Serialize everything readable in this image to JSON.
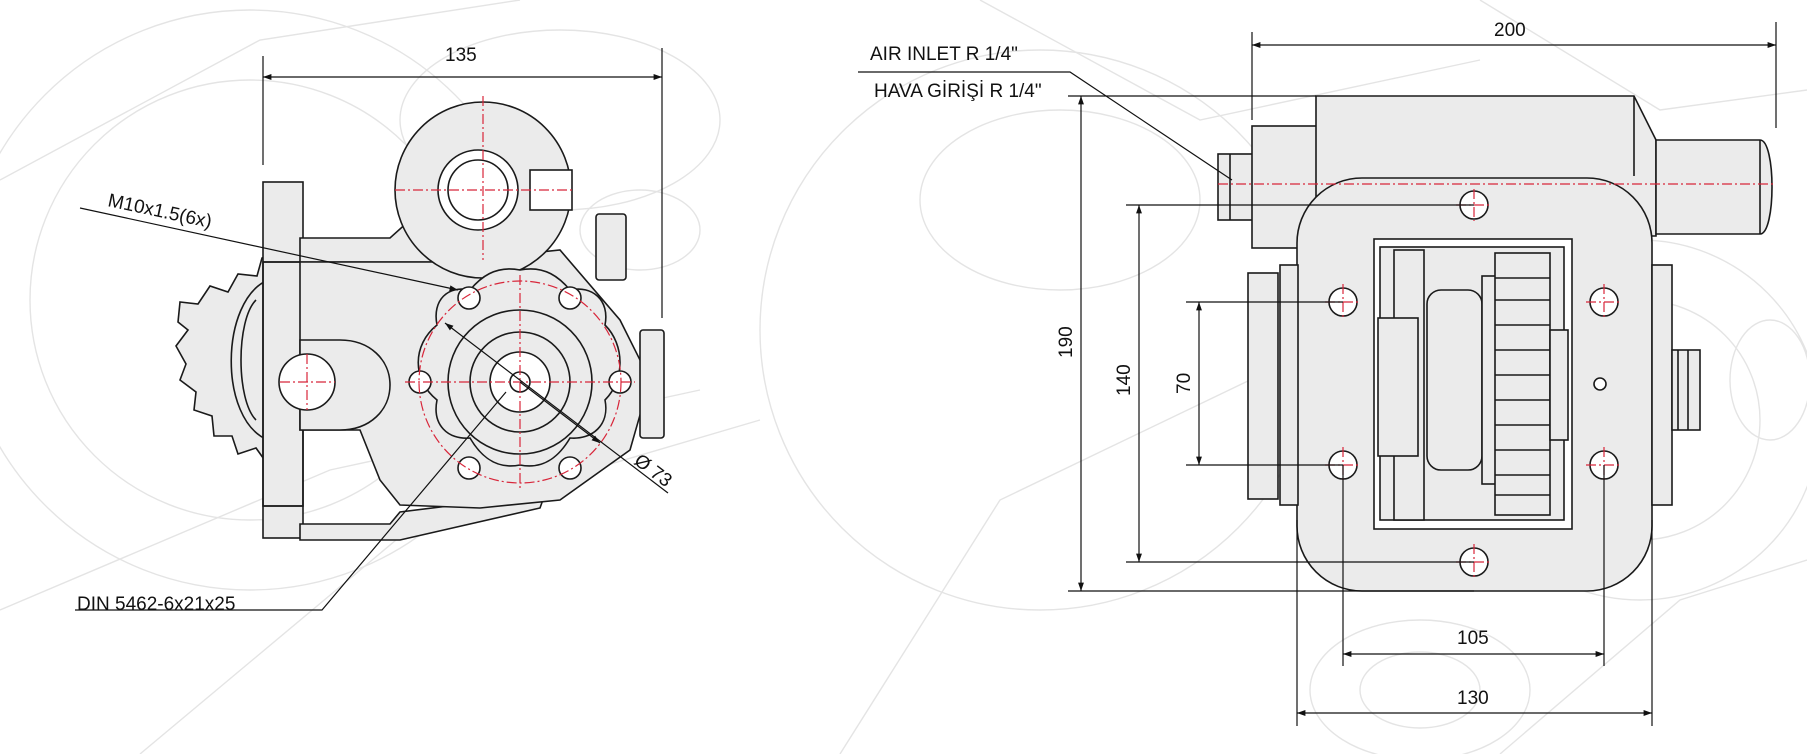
{
  "colors": {
    "line": "#1a1a1a",
    "centerline": "#d8263a",
    "body_fill": "#ebebeb",
    "background_ghost": "#e4e4e4"
  },
  "side_view": {
    "dim_width": "135",
    "thread_note": "M10x1.5(6x)",
    "spline_note": "DIN 5462-6x21x25",
    "bolt_circle": "Ø 73"
  },
  "front_view": {
    "air_inlet_en": "AIR INLET R 1/4\"",
    "air_inlet_tr": "HAVA  GİRİŞİ R 1/4\"",
    "dim_length": "200",
    "dim_height": "190",
    "dim_hole_vertical": "140",
    "dim_hole_inner": "70",
    "dim_hole_horizontal": "105",
    "dim_base_width": "130"
  }
}
